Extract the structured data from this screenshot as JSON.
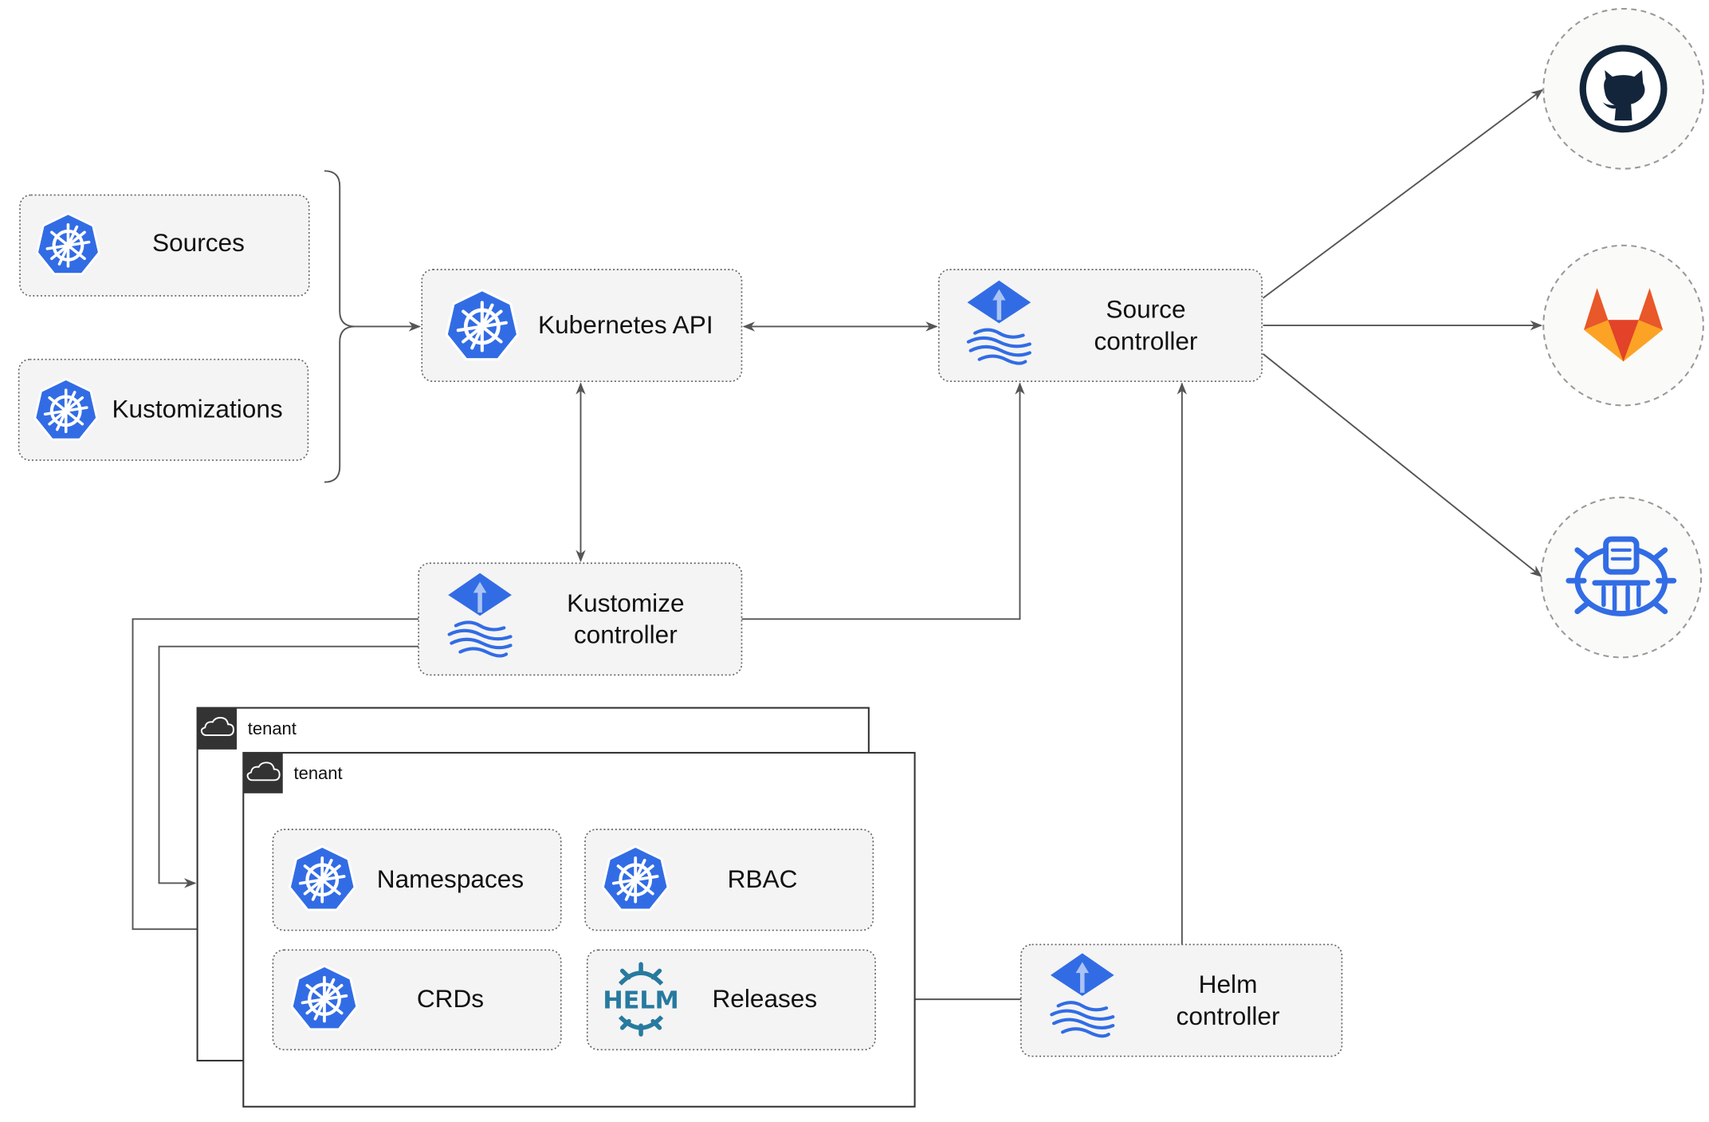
{
  "nodes": {
    "sources": "Sources",
    "kustomizations": "Kustomizations",
    "kubernetes_api": "Kubernetes API",
    "source_controller": [
      "Source",
      "controller"
    ],
    "kustomize_controller": [
      "Kustomize",
      "controller"
    ],
    "helm_controller": [
      "Helm",
      "controller"
    ],
    "namespaces": "Namespaces",
    "rbac": "RBAC",
    "crds": "CRDs",
    "releases": "Releases"
  },
  "tenants": [
    "tenant",
    "tenant"
  ],
  "external": [
    "github-icon",
    "gitlab-icon",
    "bucket-icon"
  ],
  "icons": {
    "kubernetes": "kubernetes-icon",
    "flux": "flux-icon",
    "helm": "helm-icon",
    "cloud": "cloud-icon"
  },
  "helm_logo_text": "HELM",
  "colors": {
    "k8s_blue": "#326ce5",
    "box_fill": "#f4f4f4",
    "github": "#13253a",
    "gitlab_red": "#e24329",
    "gitlab_orange": "#fca326",
    "helm": "#277a9f"
  }
}
